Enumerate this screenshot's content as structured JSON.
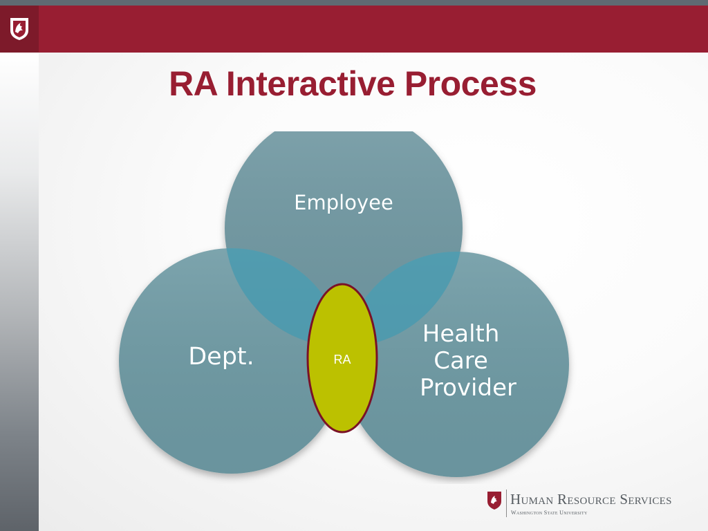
{
  "slide": {
    "title": "RA Interactive Process"
  },
  "diagram": {
    "circles": [
      {
        "id": "employee",
        "label_lines": [
          "Employee"
        ]
      },
      {
        "id": "dept",
        "label_lines": [
          "Dept."
        ]
      },
      {
        "id": "health-care-provider",
        "label_lines": [
          "Health",
          "Care",
          "Provider"
        ]
      }
    ],
    "center": {
      "label": "RA"
    }
  },
  "footer": {
    "brand_name": "Human Resource Services",
    "brand_sub": "Washington State University"
  },
  "colors": {
    "header": "#981e32",
    "circle_fill": "#6e9aa4",
    "overlap_fill": "#4a9bb0",
    "ra_fill": "#bcc100",
    "ra_stroke": "#7a1226"
  },
  "icons": {
    "header_logo": "wsu-cougar-shield-icon",
    "footer_logo": "wsu-cougar-shield-icon"
  }
}
